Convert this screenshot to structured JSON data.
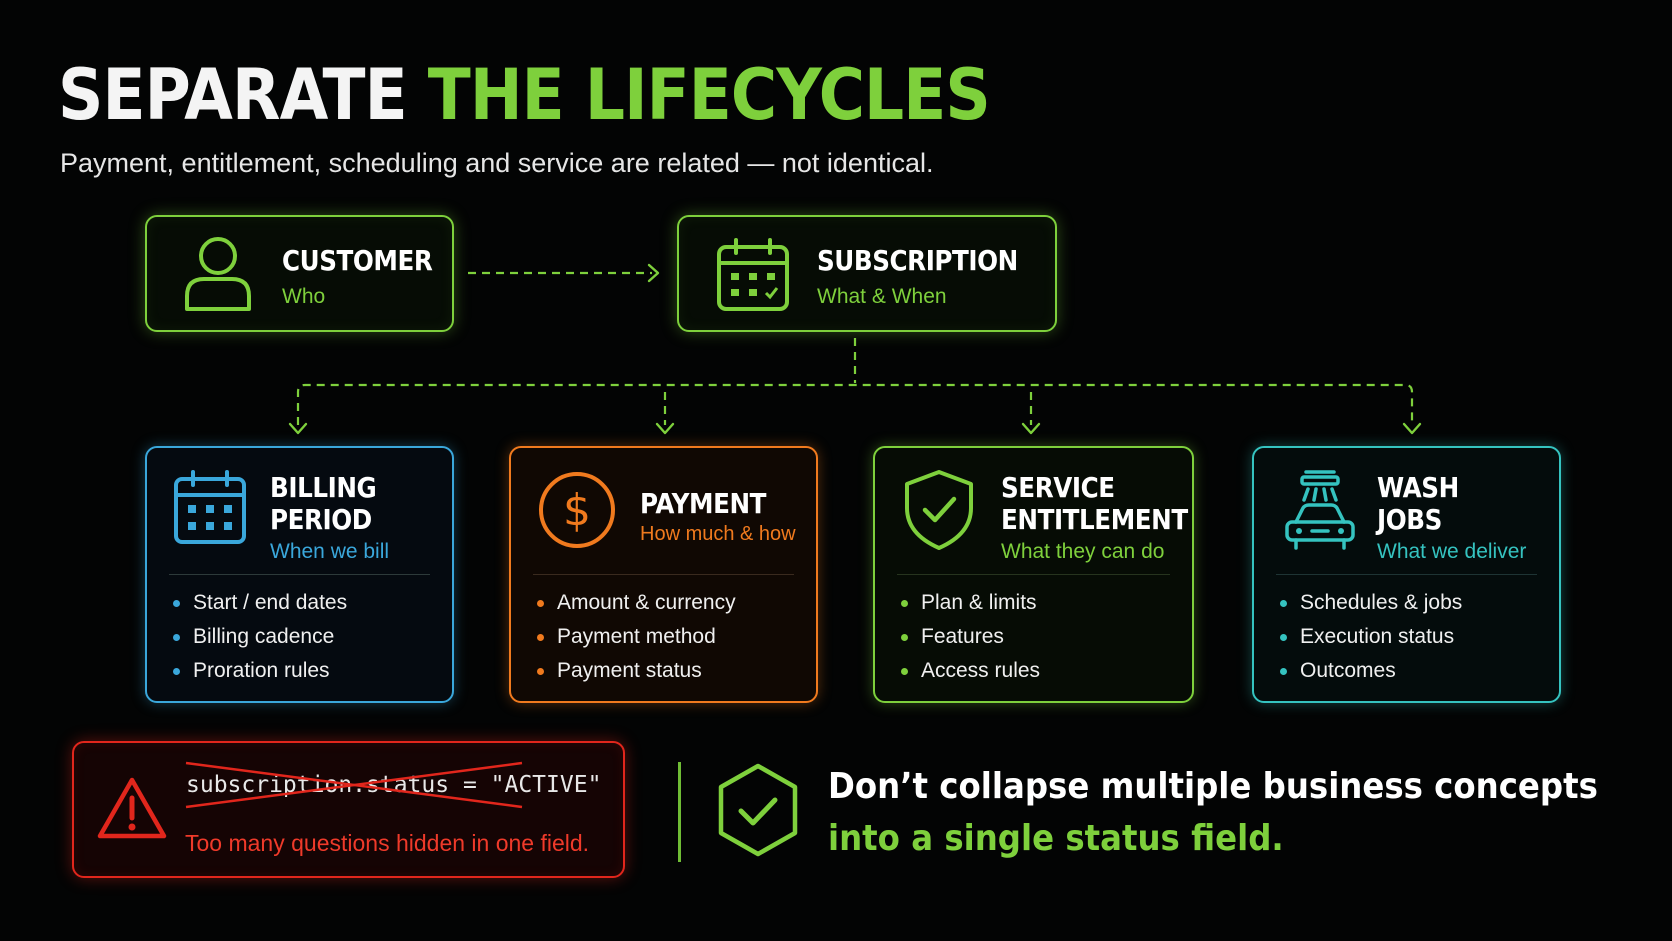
{
  "title": {
    "part1": "SEPARATE",
    "part2": "THE LIFECYCLES"
  },
  "subtitle": "Payment, entitlement, scheduling and service are related — not identical.",
  "customer": {
    "heading": "CUSTOMER",
    "sub": "Who",
    "icon": "user-icon"
  },
  "subscription": {
    "heading": "SUBSCRIPTION",
    "sub": "What & When",
    "icon": "calendar-icon"
  },
  "cards": [
    {
      "heading1": "BILLING",
      "heading2": "PERIOD",
      "sub": "When we bill",
      "icon": "calendar-icon",
      "color": "#3aa7db",
      "items": [
        "Start / end dates",
        "Billing cadence",
        "Proration rules"
      ]
    },
    {
      "heading1": "PAYMENT",
      "heading2": "",
      "sub": "How much & how",
      "icon": "dollar-icon",
      "color": "#f07a1e",
      "items": [
        "Amount & currency",
        "Payment method",
        "Payment status"
      ]
    },
    {
      "heading1": "SERVICE",
      "heading2": "ENTITLEMENT",
      "sub": "What they can do",
      "icon": "shield-check-icon",
      "color": "#7ed03c",
      "items": [
        "Plan & limits",
        "Features",
        "Access rules"
      ]
    },
    {
      "heading1": "WASH",
      "heading2": "JOBS",
      "sub": "What we deliver",
      "icon": "car-wash-icon",
      "color": "#35c3c0",
      "items": [
        "Schedules & jobs",
        "Execution status",
        "Outcomes"
      ]
    }
  ],
  "warning": {
    "code": "subscription.status = \"ACTIVE\"",
    "text": "Too many questions hidden in one field.",
    "icon": "warning-icon",
    "color": "#e1261c"
  },
  "conclusion": {
    "line1": "Don’t collapse multiple business concepts",
    "line2": "into a single status field.",
    "icon": "hexagon-check-icon"
  },
  "colors": {
    "accent": "#7ed03c",
    "background": "#030404"
  }
}
